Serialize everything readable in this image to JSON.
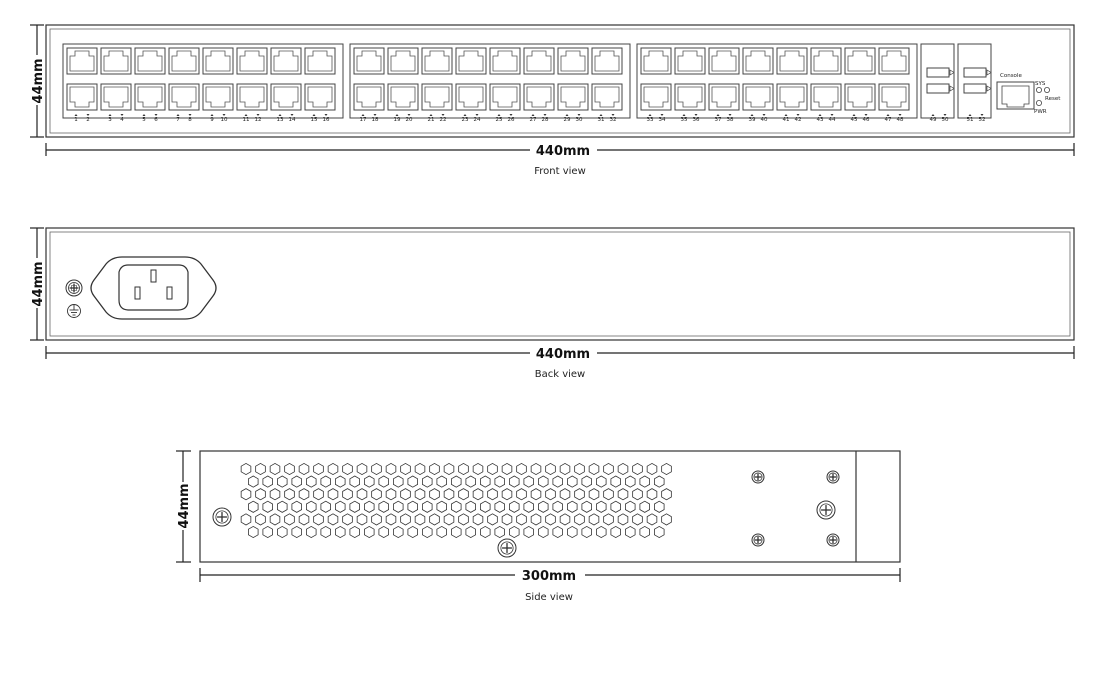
{
  "front_view": {
    "height_label": "44mm",
    "width_label": "440mm",
    "caption": "Front view",
    "port_numbers": [
      "1",
      "2",
      "3",
      "4",
      "5",
      "6",
      "7",
      "8",
      "9",
      "10",
      "11",
      "12",
      "13",
      "14",
      "15",
      "16",
      "17",
      "18",
      "19",
      "20",
      "21",
      "22",
      "23",
      "24",
      "25",
      "26",
      "27",
      "28",
      "29",
      "30",
      "31",
      "32",
      "33",
      "34",
      "35",
      "36",
      "37",
      "38",
      "39",
      "40",
      "41",
      "42",
      "43",
      "44",
      "45",
      "46",
      "47",
      "48"
    ],
    "sfp_port_numbers": [
      "49",
      "50",
      "51",
      "52"
    ],
    "console_label": "Console",
    "sys_label": "SYS",
    "reset_label": "Reset",
    "pwr_label": "PWR"
  },
  "back_view": {
    "height_label": "44mm",
    "width_label": "440mm",
    "caption": "Back view",
    "ground_icon": "ground-screw-icon",
    "earth_icon": "earth-symbol-icon",
    "power_inlet_icon": "iec-c14-inlet-icon"
  },
  "side_view": {
    "height_label": "44mm",
    "width_label": "300mm",
    "caption": "Side view",
    "vent_icon": "hexagon-vent-icon",
    "screw_icon": "screw-icon"
  },
  "colors": {
    "stroke": "#333333",
    "background": "#ffffff"
  }
}
